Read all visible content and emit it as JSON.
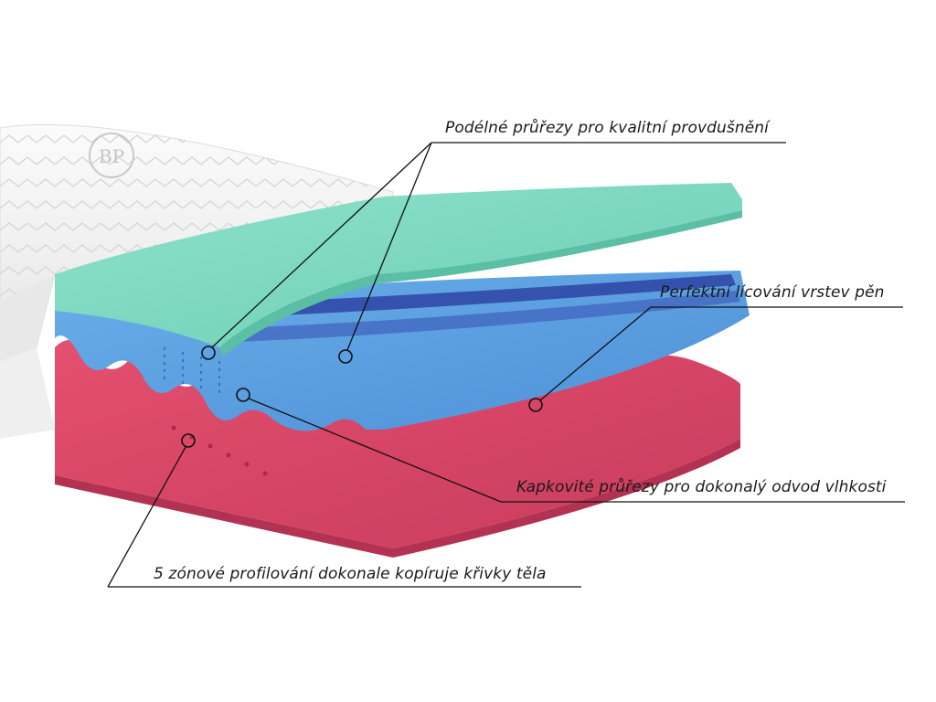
{
  "callouts": [
    {
      "text": "Podélné průřezy pro kvalitní provdušnění"
    },
    {
      "text": "Perfektní lícování vrstev pěn"
    },
    {
      "text": "Kapkovité průřezy pro dokonalý odvod vlhkosti"
    },
    {
      "text": "5 zónové profilování dokonale kopíruje křivky těla"
    }
  ],
  "colors": {
    "top_layer": "#7fd8c2",
    "middle_layer": "#5b9ee0",
    "bottom_layer": "#d9476a",
    "cover": "#f3f3f3",
    "line": "#111111"
  },
  "logo": "BP"
}
